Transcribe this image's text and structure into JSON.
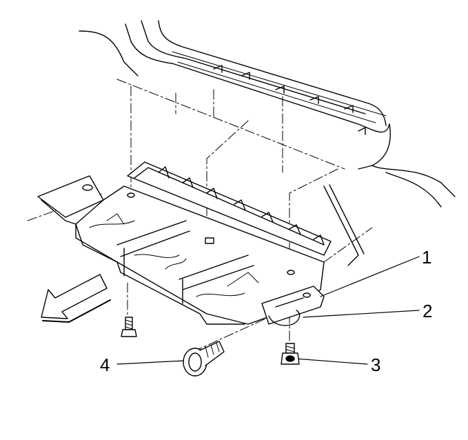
{
  "callouts": [
    {
      "id": "1",
      "label": "1"
    },
    {
      "id": "2",
      "label": "2"
    },
    {
      "id": "3",
      "label": "3"
    },
    {
      "id": "4",
      "label": "4"
    }
  ],
  "colors": {
    "line": "#000000",
    "fill": "#ffffff",
    "shade": "#d9d9d9"
  },
  "icons": [
    "direction-arrow-icon",
    "bolt-icon",
    "push-pin-retainer-icon",
    "clip-icon"
  ]
}
